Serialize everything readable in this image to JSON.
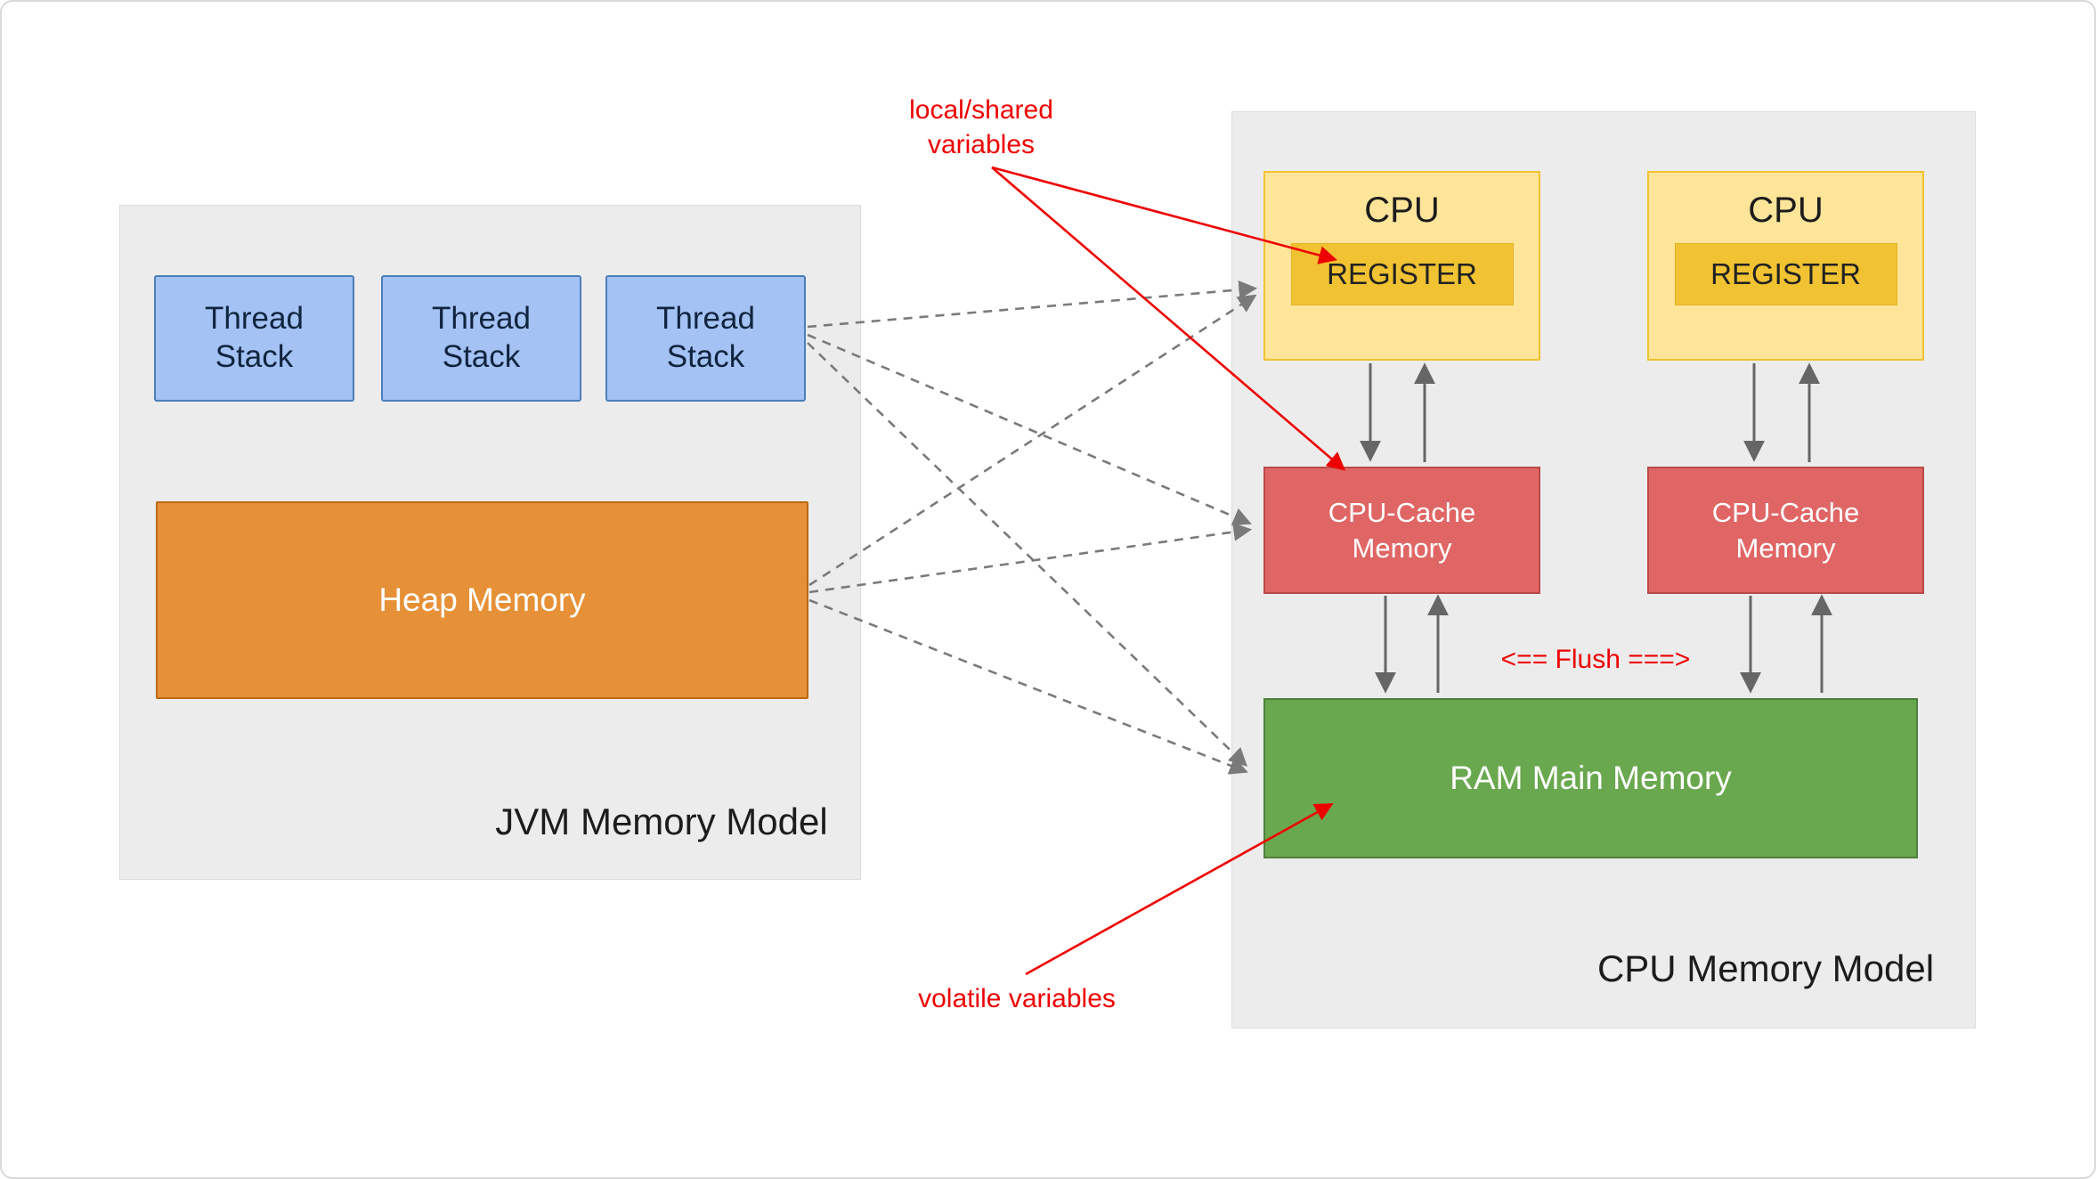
{
  "jvm_model": {
    "title": "JVM Memory Model",
    "thread_stacks": [
      "Thread\nStack",
      "Thread\nStack",
      "Thread\nStack"
    ],
    "heap_label": "Heap Memory"
  },
  "cpu_model": {
    "title": "CPU Memory Model",
    "flush_label": "<== Flush ===>",
    "ram_label": "RAM Main Memory",
    "cpus": [
      {
        "label": "CPU",
        "register_label": "REGISTER",
        "cache_label": "CPU-Cache\nMemory"
      },
      {
        "label": "CPU",
        "register_label": "REGISTER",
        "cache_label": "CPU-Cache\nMemory"
      }
    ]
  },
  "annotations": {
    "local_shared_label": "local/shared\nvariables",
    "volatile_label": "volatile variables"
  },
  "colors": {
    "panel_bg": "#ececec",
    "thread_stack_fill": "#a4c2f4",
    "thread_stack_border": "#4a7ebb",
    "heap_fill": "#e69138",
    "cpu_fill": "#ffe599",
    "cpu_border": "#f1c232",
    "register_fill": "#f1c232",
    "cache_fill": "#e06666",
    "ram_fill": "#6aa84f",
    "annotation_red": "#ee0000",
    "arrow_gray": "#666666"
  }
}
